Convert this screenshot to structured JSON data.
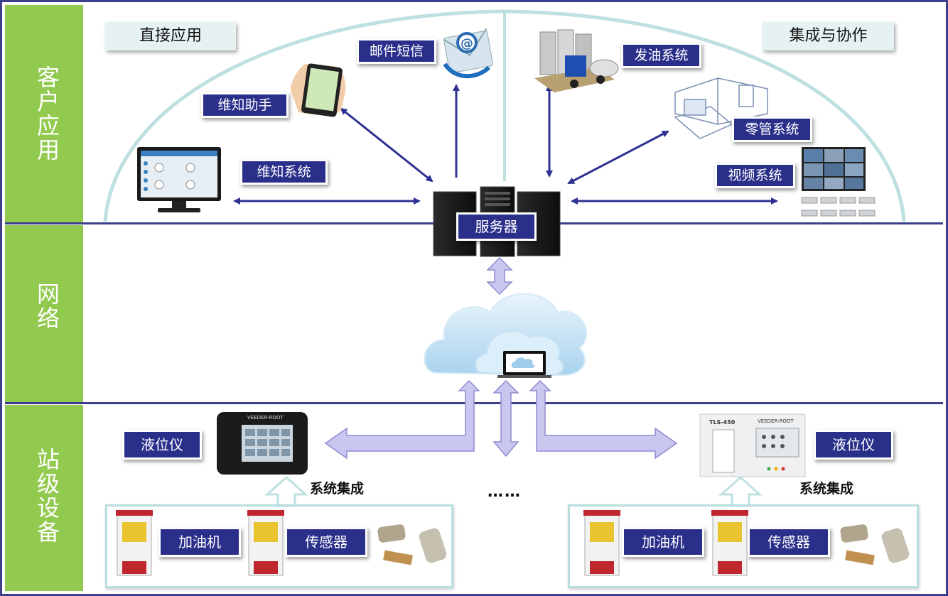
{
  "layers": {
    "client": "客户应用",
    "network": "网络",
    "station": "站级设备"
  },
  "sections": {
    "direct": "直接应用",
    "integration": "集成与协作"
  },
  "tags": {
    "email_sms": "邮件短信",
    "mobile_assistant": "维知助手",
    "weizhi_system": "维知系统",
    "oil_dispatch": "发油系统",
    "retail_mgmt": "零管系统",
    "video_system": "视频系统",
    "server": "服务器",
    "level_gauge_left": "液位仪",
    "level_gauge_right": "液位仪",
    "dispenser_left": "加油机",
    "sensor_left": "传感器",
    "dispenser_right": "加油机",
    "sensor_right": "传感器"
  },
  "integration_labels": {
    "left": "系统集成",
    "right": "系统集成"
  },
  "ellipsis": "……",
  "device_brand": {
    "console_brand": "VEEDER-ROOT",
    "tls_model": "TLS-450",
    "tls_brand": "VEEDER-ROOT"
  },
  "icons": [
    "monitor-icon",
    "smartphone-icon",
    "email-icon",
    "server-icon",
    "cloud-icon",
    "truck-tank-icon",
    "building-icon",
    "video-wall-icon",
    "level-console-icon",
    "tls-console-icon",
    "fuel-dispenser-icon",
    "sensor-icon"
  ],
  "colors": {
    "frame": "#3b3f8c",
    "side_band": "#92c94f",
    "tag_bg": "#2a2f8a",
    "arrow": "#2e3192",
    "thick_arrow_fill": "#c9c6f0",
    "dome": "#bfe0e0"
  }
}
